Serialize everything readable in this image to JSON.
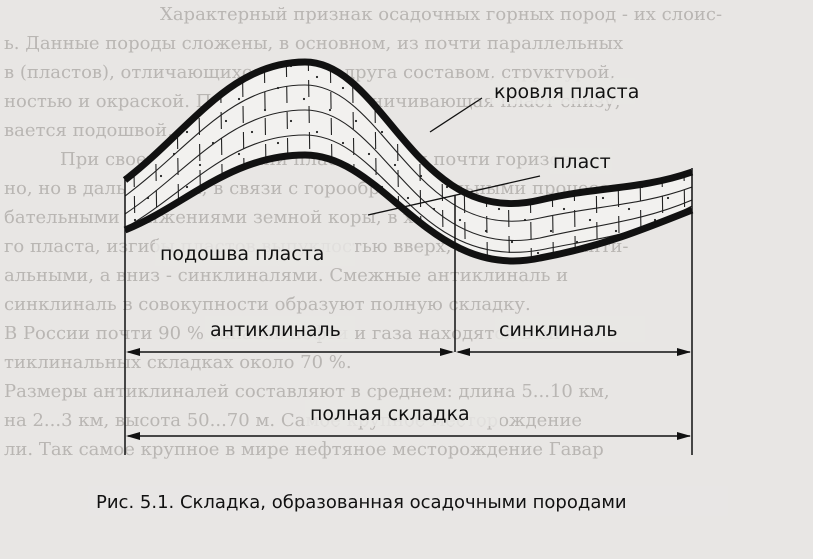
{
  "background_text": [
    "Характерный признак осадочных горных пород - их слоис-",
    "ь. Данные породы сложены, в основном, из почти параллельных",
    "в (пластов), отличающихся друг от друга составом, структурой,",
    "ностью и окраской. Поверхность, ограничивающая пласт снизу,",
    "вается подошвой, сверху - кровлей.",
    "При своем образовании пласт залегал почти горизон-",
    "но, но в дальнейшем, в связи с горообразовательными процессами,",
    "бательными движениями земной коры, в ходе образования",
    "го пласта, изгибы пластов выпуклостью вверх, называются анти-",
    "альными, а вниз - синклиналями. Смежные антиклиналь и",
    "синклиналь в совокупности образуют полную складку.",
    "В России почти 90 % запасов нефти и газа находятся в ан-",
    "тиклинальных складках около 70 %.",
    "Размеры антиклиналей составляют в среднем: длина 5...10 км,",
    "на 2...3 км, высота 50...70 м. Самое крупное месторождение",
    "ли. Так самое крупное в мире нефтяное месторождение Гавар"
  ],
  "figure": {
    "labels": {
      "roof": "кровля пласта",
      "layer": "пласт",
      "base": "подошва пласта",
      "anticline": "антиклиналь",
      "syncline": "синклиналь",
      "full_fold": "полная складка"
    },
    "caption": "Рис. 5.1. Складка, образованная осадочными породами"
  }
}
